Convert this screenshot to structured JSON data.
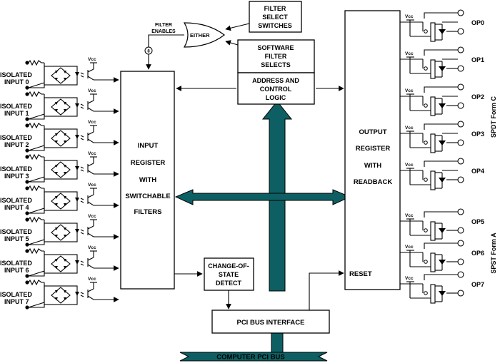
{
  "blocks": {
    "filter_select": [
      "FILTER",
      "SELECT",
      "SWITCHES"
    ],
    "software_filter": [
      "SOFTWARE",
      "FILTER",
      "SELECTS"
    ],
    "address_control": [
      "ADDRESS AND",
      "CONTROL",
      "LOGIC"
    ],
    "input_register": [
      "INPUT",
      "REGISTER",
      "WITH",
      "SWITCHABLE",
      "FILTERS"
    ],
    "output_register": [
      "OUTPUT",
      "REGISTER",
      "WITH",
      "READBACK"
    ],
    "change_of_state": [
      "CHANGE-OF-",
      "STATE",
      "DETECT"
    ],
    "pci_interface": "PCI BUS INTERFACE",
    "computer_bus": "COMPUTER PCI BUS",
    "reset": "RESET"
  },
  "labels": {
    "either_gate": "EITHER",
    "filter_enables": [
      "FILTER",
      "ENABLES"
    ],
    "bus_width": "8",
    "vcc": "Vcc",
    "spdt_form": "SPDT Form C",
    "spst_form": "SPST Form A"
  },
  "inputs": [
    [
      "ISOLATED",
      "INPUT 0"
    ],
    [
      "ISOLATED",
      "INPUT 1"
    ],
    [
      "ISOLATED",
      "INPUT 2"
    ],
    [
      "ISOLATED",
      "INPUT 3"
    ],
    [
      "ISOLATED",
      "INPUT 4"
    ],
    [
      "ISOLATED",
      "INPUT 5"
    ],
    [
      "ISOLATED",
      "INPUT 6"
    ],
    [
      "ISOLATED",
      "INPUT 7"
    ]
  ],
  "outputs": [
    "OP0",
    "OP1",
    "OP2",
    "OP3",
    "OP4",
    "OP5",
    "OP6",
    "OP7"
  ],
  "colors": {
    "bus": "#0e5f63",
    "line": "#000000",
    "background": "#ffffff"
  }
}
